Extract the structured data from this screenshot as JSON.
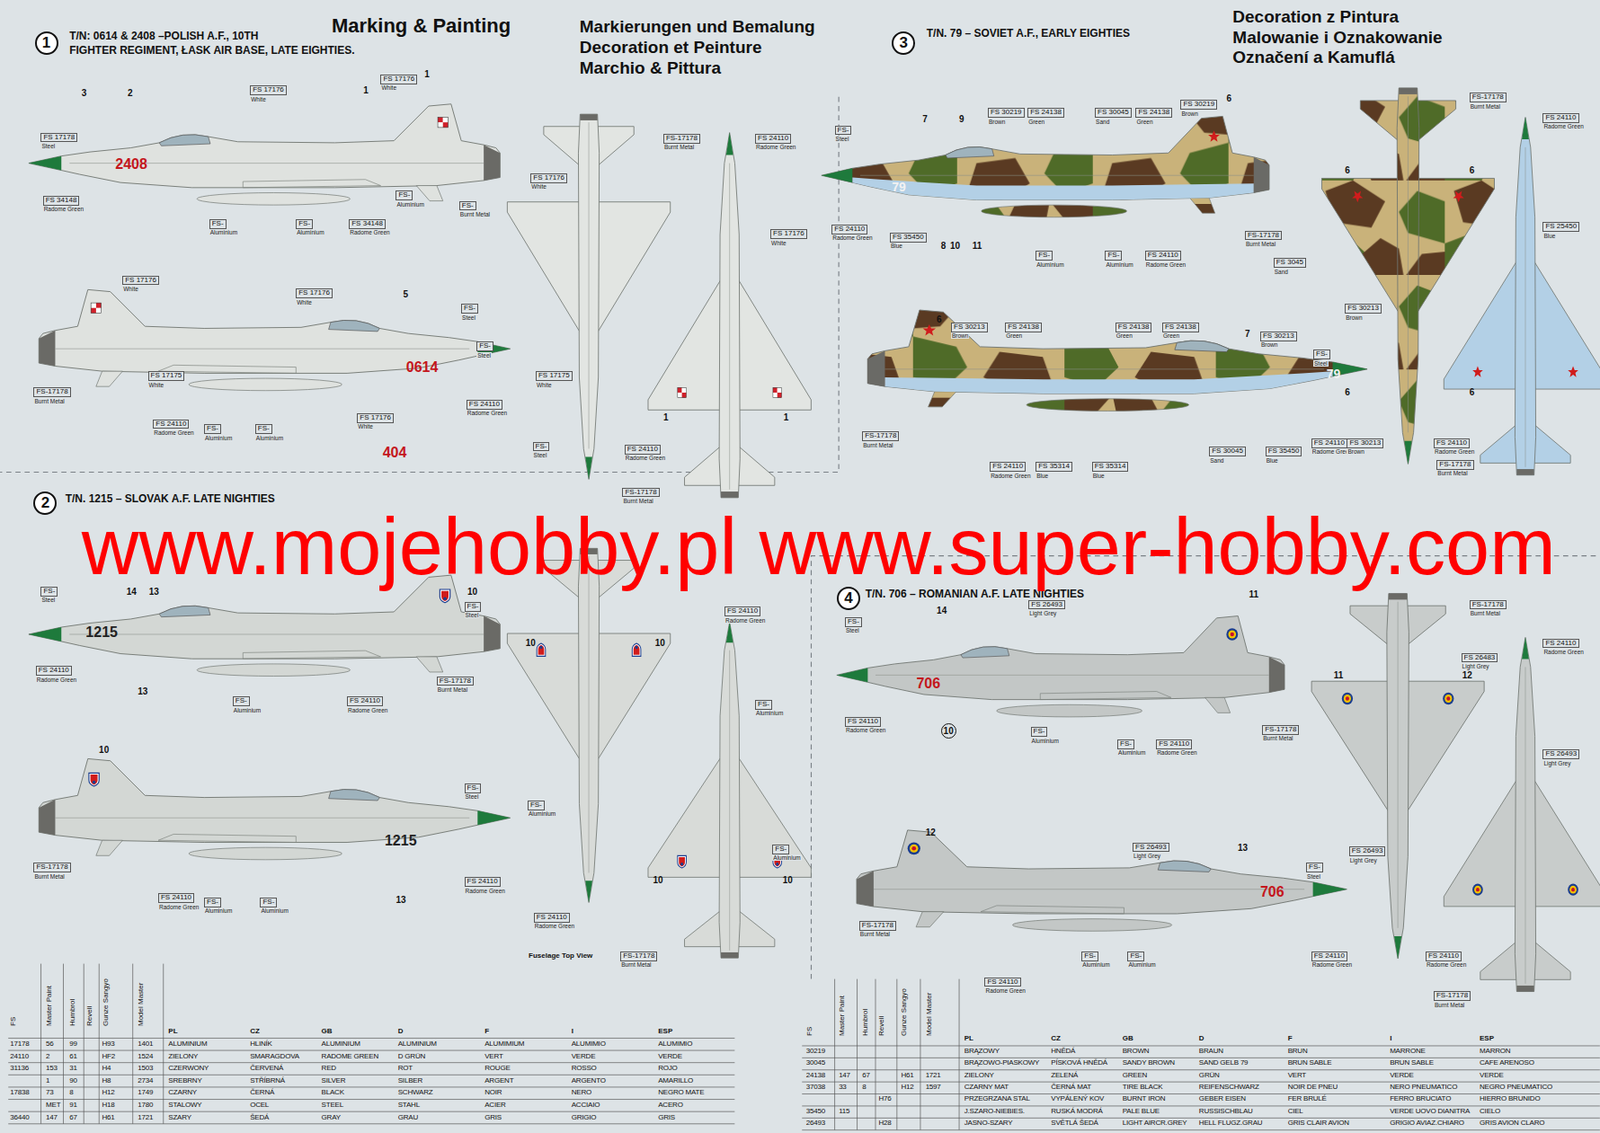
{
  "diagram": {
    "title": "Marking & Painting",
    "labels": [
      "Markierungen und Bemalung",
      "Decoration et Peinture",
      "Marchio & Pittura",
      "Decoration z Pintura",
      "Malowanie i Oznakowanie",
      "Označení a Kamuflá",
      "1",
      "T/N: 0614 & 2408 –POLISH A.F., 10TH",
      "FIGHTER REGIMENT, ŁASK AIR BASE, LATE EIGHTIES.",
      "3",
      "T/N. 79 – SOVIET A.F., EARLY EIGHTIES",
      "2",
      "T/N. 1215 – SLOVAK A.F. LATE NIGHTIES",
      "4",
      "T/N. 706 – ROMANIAN A.F. LATE NIGHTIES",
      "404",
      "2408",
      "0614",
      "1215",
      "1215",
      "706",
      "706",
      "79",
      "79",
      "Fuselage Top View",
      "www.mojehobby.pl www.super-hobby.com",
      "3",
      "2",
      "1",
      "1",
      "5",
      "1",
      "1",
      "14",
      "13",
      "10",
      "13",
      "10",
      "13",
      "10",
      "10",
      "10",
      "10",
      "7",
      "9",
      "6",
      "8",
      "10",
      "11",
      "6",
      "7",
      "6",
      "6",
      "6",
      "6",
      "14",
      "11",
      "10",
      "12",
      "13",
      "11",
      "12",
      "FS 17178",
      "Steel",
      "FS 17176",
      "White",
      "FS 17176",
      "White",
      "FS 34148",
      "Radome Green",
      "FS-",
      "Aluminium",
      "FS-",
      "Aluminium",
      "FS 34148",
      "Radome Green",
      "FS-",
      "Aluminium",
      "FS-",
      "Burnt Metal",
      "FS 17176",
      "White",
      "FS 17176",
      "White",
      "FS-",
      "Steel",
      "FS-",
      "Steel",
      "FS-17178",
      "Burnt Metal",
      "FS 17175",
      "White",
      "FS 24110",
      "Radome Green",
      "FS-",
      "Aluminium",
      "FS-",
      "Aluminium",
      "FS 17176",
      "White",
      "FS 24110",
      "Radome Green",
      "FS-17178",
      "Burnt Metal",
      "FS 17176",
      "White",
      "FS 24110",
      "Radome Green",
      "FS 17176",
      "White",
      "FS 17175",
      "White",
      "FS-",
      "Steel",
      "FS 24110",
      "Radome Green",
      "FS-17178",
      "Burnt Metal",
      "FS-",
      "Steel",
      "FS 24110",
      "Radome Green",
      "FS-",
      "Aluminium",
      "FS 24110",
      "Radome Green",
      "FS-17178",
      "Burnt Metal",
      "FS-",
      "Steel",
      "FS-",
      "Steel",
      "FS-",
      "Aluminium",
      "FS-17178",
      "Burnt Metal",
      "FS 24110",
      "Radome Green",
      "FS-",
      "Aluminium",
      "FS-",
      "Aluminium",
      "FS 24110",
      "Radome Green",
      "FS 24110",
      "Radome Green",
      "FS-",
      "Aluminium",
      "FS-",
      "Aluminium",
      "FS 24110",
      "Radome Green",
      "FS-17178",
      "Burnt Metal",
      "FS-",
      "Steel",
      "FS 30219",
      "Brown",
      "FS 24138",
      "Green",
      "FS 30045",
      "Sand",
      "FS 24138",
      "Green",
      "FS 30219",
      "Brown",
      "FS 24110",
      "Radome Green",
      "FS 35450",
      "Blue",
      "FS-",
      "Aluminium",
      "FS-",
      "Aluminium",
      "FS 24110",
      "Radome Green",
      "FS-17178",
      "Burnt Metal",
      "FS 30213",
      "Brown",
      "FS 24138",
      "Green",
      "FS 24138",
      "Green",
      "FS 24138",
      "Green",
      "FS 30213",
      "Brown",
      "FS-",
      "Steel",
      "FS-17178",
      "Burnt Metal",
      "FS 24110",
      "Radome Green",
      "FS 35314",
      "Blue",
      "FS 35314",
      "Blue",
      "FS 30045",
      "Sand",
      "FS 35450",
      "Blue",
      "FS 24110",
      "Radome Green",
      "FS-17178",
      "Burnt Metal",
      "FS 24110",
      "Radome Green",
      "FS 3045",
      "Sand",
      "FS 30213",
      "Brown",
      "FS 25450",
      "Blue",
      "FS 30213",
      "Brown",
      "FS 24110",
      "Radome Green",
      "FS-17178",
      "Burnt Metal",
      "FS-",
      "Steel",
      "FS 26493",
      "Light Grey",
      "FS 24110",
      "Radome Green",
      "FS-",
      "Aluminium",
      "FS-",
      "Aluminium",
      "FS 24110",
      "Radome Green",
      "FS-17178",
      "Burnt Metal",
      "FS-17178",
      "Burnt Metal",
      "FS 26483",
      "Light Grey",
      "FS 24110",
      "Radome Green",
      "FS 26493",
      "Light Grey",
      "FS 26493",
      "Light Grey",
      "FS-",
      "Steel",
      "FS-17178",
      "Burnt Metal",
      "FS 24110",
      "Radome Green",
      "FS-",
      "Aluminium",
      "FS-",
      "Aluminium",
      "FS 24110",
      "Radome Green",
      "FS 26493",
      "Light Grey",
      "FS 24110",
      "Radome Green",
      "FS-17178",
      "Burnt Metal",
      "FS",
      "Master Paint",
      "Humbrol",
      "Revell",
      "Gunze Sangyo",
      "Model Master",
      "PL",
      "CZ",
      "GB",
      "D",
      "F",
      "I",
      "ESP",
      "17178",
      "56",
      "99",
      "H93",
      "1401",
      "ALUMINIUM",
      "HLINÍK",
      "ALUMINIUM",
      "ALUMINIUM",
      "ALUMIMIUM",
      "ALUMIMIO",
      "ALUMIMIO",
      "24110",
      "2",
      "61",
      "HF2",
      "1524",
      "ZIELONY",
      "SMARAGDOVA",
      "RADOME GREEN",
      "D GRÜN",
      "VERT",
      "VERDE",
      "VERDE",
      "31136",
      "153",
      "31",
      "H4",
      "1503",
      "CZERWONY",
      "ČERVENÁ",
      "RED",
      "ROT",
      "ROUGE",
      "ROSSO",
      "ROJO",
      "1",
      "90",
      "H8",
      "2734",
      "SREBRNY",
      "STŘÍBRNÁ",
      "SILVER",
      "SILBER",
      "ARGENT",
      "ARGENTO",
      "AMARILLO",
      "17838",
      "73",
      "8",
      "H12",
      "1749",
      "CZARNY",
      "ČERNÁ",
      "BLACK",
      "SCHWARZ",
      "NOIR",
      "NERO",
      "NEGRO MATE",
      "MET",
      "91",
      "H18",
      "1780",
      "STALOWY",
      "OCEL",
      "STEEL",
      "STAHL",
      "ACIER",
      "ACCIAIO",
      "ACERO",
      "36440",
      "147",
      "67",
      "H61",
      "1721",
      "SZARY",
      "ŠEDÁ",
      "GRAY",
      "GRAU",
      "GRIS",
      "GRIGIO",
      "GRIS",
      "FS",
      "Master Paint",
      "Humbrol",
      "Revell",
      "Gunze Sangyo",
      "Model Master",
      "PL",
      "CZ",
      "GB",
      "D",
      "F",
      "I",
      "ESP",
      "30219",
      "BRĄZOWY",
      "HNĚDÁ",
      "BROWN",
      "BRAUN",
      "BRUN",
      "MARRONE",
      "MARRON",
      "30045",
      "BRĄZOWO-PIASKOWY",
      "PÍSKOVÁ HNĚDÁ",
      "SANDY BROWN",
      "SAND GELB 79",
      "BRUN SABLE",
      "BRUN SABLE",
      "CAFE ARENOSO",
      "24138",
      "147",
      "67",
      "H61",
      "1721",
      "ZIELONY",
      "ZELENÁ",
      "GREEN",
      "GRÜN",
      "VERT",
      "VERDE",
      "VERDE",
      "37038",
      "33",
      "8",
      "H12",
      "1597",
      "CZARNY MAT",
      "ČERNÁ MAT",
      "TIRE BLACK",
      "REIFENSCHWARZ",
      "NOIR DE PNEU",
      "NERO PNEUMATICO",
      "NEGRO PNEUMATICO",
      "H76",
      "PRZEGRZANA STAL",
      "VYPÁLENÝ KOV",
      "BURNT IRON",
      "GEBER EISEN",
      "FER BRULÉ",
      "FERRO BRUCIATO",
      "HIERRO BRUNIDO",
      "35450",
      "115",
      "J.SZARO-NIEBIES.",
      "RUSKÁ MODRÁ",
      "PALE BLUE",
      "RUSSISCHBLAU",
      "CIEL",
      "VERDE UOVO DIANITRA",
      "CIELO",
      "26493",
      "H28",
      "JASNO-SZARY",
      "SVĚTLÁ ŠEDÁ",
      "LIGHT AIRCR.GREY",
      "HELL FLUGZ.GRAU",
      "GRIS CLAIR AVION",
      "GRIGIO AVIAZ.CHIARO",
      "GRIS AVION CLARO"
    ]
  }
}
